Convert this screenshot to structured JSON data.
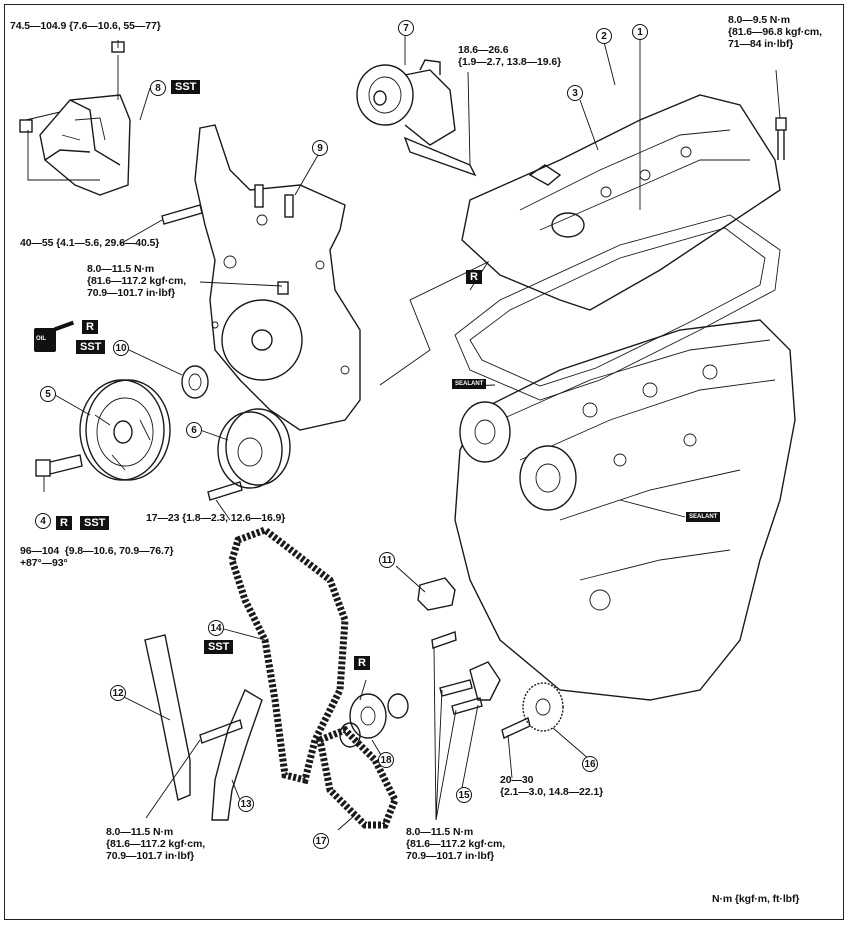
{
  "torque_labels": {
    "t1": "74.5—104.9 {7.6—10.6, 55—77}",
    "t2": "18.6—26.6\n{1.9—2.7, 13.8—19.6}",
    "t3": "8.0—9.5 N·m\n{81.6—96.8 kgf·cm,\n71—84 in·lbf}",
    "t4": "40—55 {4.1—5.6, 29.6—40.5}",
    "t5": "8.0—11.5 N·m\n{81.6—117.2 kgf·cm,\n70.9—101.7 in·lbf}",
    "t6": "17—23 {1.8—2.3, 12.6—16.9}",
    "t7": "96—104  {9.8—10.6, 70.9—76.7}\n+87°—93°",
    "t8": "8.0—11.5 N·m\n{81.6—117.2 kgf·cm,\n70.9—101.7 in·lbf}",
    "t9": "8.0—11.5 N·m\n{81.6—117.2 kgf·cm,\n70.9—101.7 in·lbf}",
    "t10": "20—30\n{2.1—3.0, 14.8—22.1}"
  },
  "units_note": "N·m {kgf·m, ft·lbf}",
  "badges": {
    "sst": "SST",
    "r": "R"
  },
  "sealant": "SEALANT",
  "oil": "OIL",
  "callouts": {
    "c1": "1",
    "c2": "2",
    "c3": "3",
    "c4": "4",
    "c5": "5",
    "c6": "6",
    "c7": "7",
    "c8": "8",
    "c9": "9",
    "c10": "10",
    "c11": "11",
    "c12": "12",
    "c13": "13",
    "c14": "14",
    "c15": "15",
    "c16": "16",
    "c17": "17",
    "c18": "18"
  }
}
